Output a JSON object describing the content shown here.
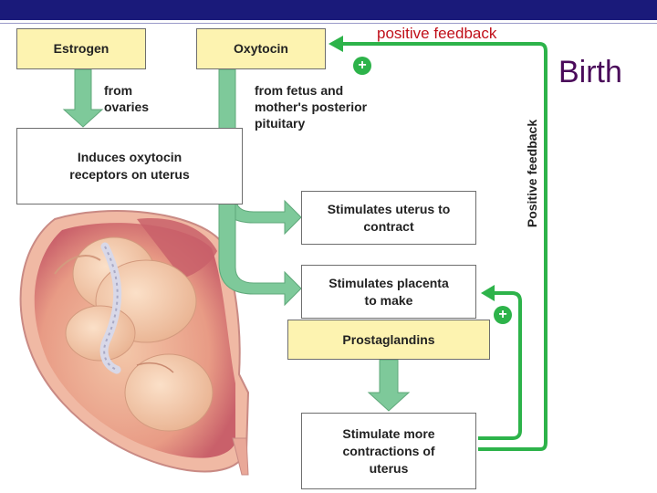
{
  "header": {
    "feedback_title": "positive feedback",
    "slide_title": "Birth"
  },
  "boxes": {
    "estrogen": "Estrogen",
    "oxytocin": "Oxytocin",
    "induces": "Induces oxytocin receptors on uterus",
    "stimulates_uterus": "Stimulates uterus to contract",
    "stimulates_placenta": "Stimulates placenta to make",
    "prostaglandins": "Prostaglandins",
    "stimulate_more": "Stimulate more contractions of uterus"
  },
  "notes": {
    "from_ovaries": "from ovaries",
    "from_fetus": "from fetus and mother's posterior pituitary"
  },
  "loop": {
    "label": "Positive feedback",
    "plus_symbol": "+"
  },
  "colors": {
    "arrow_fill": "#7ec99a",
    "loop_line": "#2db34a",
    "box_yellow": "#fdf3b0",
    "title_red": "#c0101a",
    "title_purple": "#4a0a5a",
    "header_bar": "#1a1a7a"
  }
}
